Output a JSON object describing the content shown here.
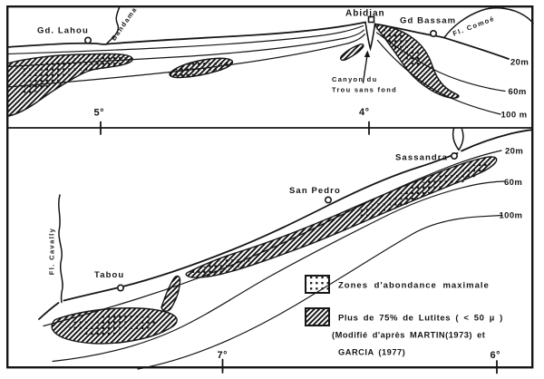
{
  "figure_type": "bathymetric sediment map, Ivory Coast continental shelf, two panels",
  "colors": {
    "ink": "#161616",
    "paper": "#ffffff"
  },
  "top": {
    "gd_lahou": "Gd. Lahou",
    "bandama": "Bandama",
    "abidjan": "Abidjan",
    "gd_bassam": "Gd Bassam",
    "comoe": "Fl. Comoé",
    "canyon_line1": "Canyon du",
    "canyon_line2": "Trou sans fond",
    "depth_20": "20m",
    "depth_60": "60m",
    "depth_100": "100 m",
    "tick_5": "5°",
    "tick_4": "4°"
  },
  "bottom": {
    "sassandra": "Sassandra",
    "san_pedro": "San Pedro",
    "tabou": "Tabou",
    "cavally": "Fl. Cavally",
    "depth_20": "20m",
    "depth_60": "60m",
    "depth_100": "100m",
    "tick_7": "7°",
    "tick_6": "6°"
  },
  "legend": {
    "item1_pattern": "dots",
    "item1_label": "Zones d'abondance maximale",
    "item2_pattern": "diagonal-hatch",
    "item2_label": "Plus de 75% de Lutites ( < 50 µ )",
    "credit_line1": "(Modifié d'après MARTIN(1973) et",
    "credit_line2": "GARCIA (1977)"
  }
}
